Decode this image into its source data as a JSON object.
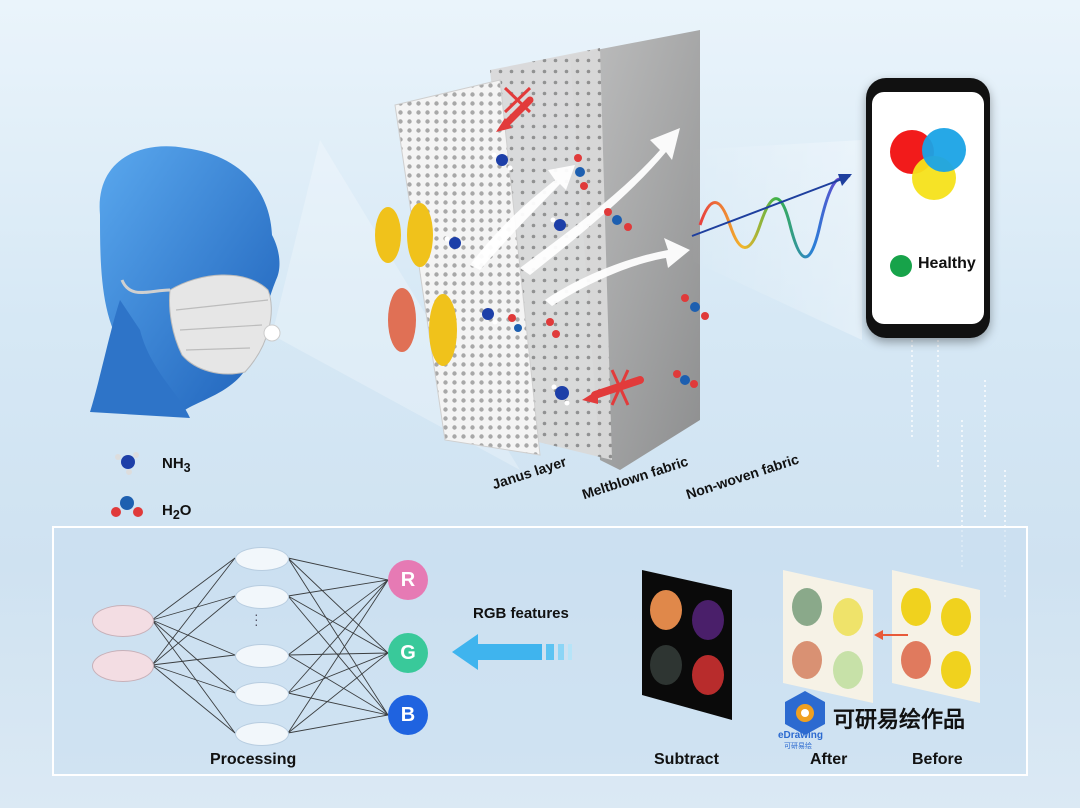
{
  "layers": {
    "janus": "Janus layer",
    "meltblown": "Meltblown fabric",
    "nonwoven": "Non-woven fabric"
  },
  "legend": {
    "nh3_base": "NH",
    "nh3_sub": "3",
    "h2o_base": "H",
    "h2o_sub": "2",
    "h2o_tail": "O"
  },
  "phone": {
    "status": "Healthy",
    "colors": {
      "red": "#f21b1b",
      "blue": "#1aa3e6",
      "yellow": "#f5e21a",
      "status": "#17a34a"
    }
  },
  "network": {
    "outputs": [
      "R",
      "G",
      "B"
    ],
    "output_colors": [
      "#e67ab4",
      "#39c99a",
      "#1f63e0"
    ],
    "features_label": "RGB features",
    "processing_label": "Processing"
  },
  "panels": {
    "subtract": "Subtract",
    "after": "After",
    "before": "Before"
  },
  "watermark": {
    "logo_text": "eDrawing",
    "logo_sub": "可研易绘",
    "text": "可研易绘作品"
  }
}
